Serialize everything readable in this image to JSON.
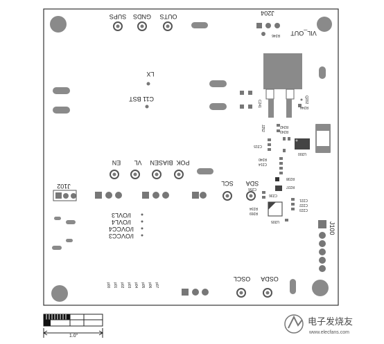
{
  "board": {
    "labels": {
      "lx": "LX",
      "c11_bst": "C11 BST",
      "sups": "SUPS",
      "gnds": "GNDS",
      "outs": "OUTS",
      "j204": "J204",
      "r246": "R246",
      "vil_out": "VIL_OUT",
      "en": "EN",
      "vl": "VL",
      "biasen": "BIASEN",
      "pok": "POK",
      "j102": "J102",
      "scl": "SCL",
      "sda": "SDA",
      "j100": "J100",
      "oscl": "OSCL",
      "osda": "OSDA",
      "q202": "Q202",
      "r244": "R244",
      "c241": "C241",
      "r242": "R242",
      "r243": "R243",
      "u205": "U205",
      "c236": "C236",
      "r237": "R237",
      "r238": "R238",
      "c214": "C214",
      "r240": "R240",
      "c256": "C256",
      "r234": "R234",
      "r269": "R269",
      "c221": "C221",
      "c222": "C222",
      "c223": "C223",
      "c215": "C215",
      "u200": "U200"
    },
    "io_labels": [
      "I/OVL3",
      "I/OVL4",
      "I/OVCC4",
      "I/OVCC3"
    ],
    "bottom_labels": [
      "p00",
      "p01",
      "p02",
      "p03",
      "p04",
      "p05",
      "p06",
      "p07"
    ],
    "scale_label": "1.0\""
  },
  "watermark": {
    "cn": "电子发烧友",
    "url": "www.elecfans.com"
  }
}
